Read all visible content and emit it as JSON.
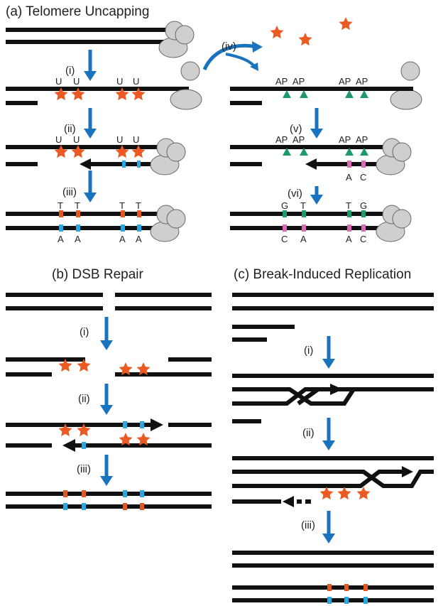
{
  "colors": {
    "strand": "#111111",
    "arrow": "#1a73be",
    "star": "#ea5a22",
    "mark_orange": "#e2581f",
    "mark_blue": "#27a8e0",
    "mark_green": "#1d9a6c",
    "mark_pink": "#d86ab8",
    "protein_fill": "#cfcfcf",
    "protein_stroke": "#666666"
  },
  "icons": [
    "star-icon",
    "triangle-icon",
    "protein-icon",
    "arrow-icon"
  ],
  "panel_a": {
    "title": "(a) Telomere Uncapping",
    "steps": [
      "(i)",
      "(ii)",
      "(iii)",
      "(iv)",
      "(v)",
      "(vi)"
    ],
    "u_label": "U",
    "ap_label": "AP",
    "rows": {
      "iii_top": [
        "T",
        "T",
        "T",
        "T"
      ],
      "iii_bottom": [
        "A",
        "A",
        "A",
        "A"
      ],
      "v_bottom": [
        "A",
        "C"
      ],
      "vi_top": [
        "G",
        "T",
        "T",
        "G"
      ],
      "vi_bottom": [
        "C",
        "A",
        "A",
        "C"
      ]
    }
  },
  "panel_b": {
    "title": "(b) DSB Repair",
    "steps": [
      "(i)",
      "(ii)",
      "(iii)"
    ]
  },
  "panel_c": {
    "title": "(c) Break-Induced Replication",
    "steps": [
      "(i)",
      "(ii)",
      "(iii)"
    ]
  }
}
